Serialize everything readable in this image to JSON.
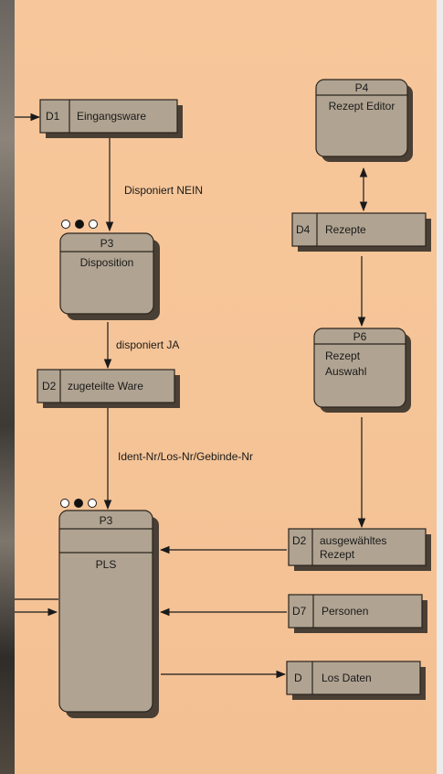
{
  "stores": {
    "d1": {
      "id": "D1",
      "label": "Eingangsware"
    },
    "d2a": {
      "id": "D2",
      "label": "zugeteilte Ware"
    },
    "d4": {
      "id": "D4",
      "label": "Rezepte"
    },
    "d2b": {
      "id": "D2",
      "label_line1": "ausgewähltes",
      "label_line2": "Rezept"
    },
    "d7": {
      "id": "D7",
      "label": "Personen"
    },
    "d": {
      "id": "D",
      "label": "Los Daten"
    }
  },
  "processes": {
    "p3a": {
      "id": "P3",
      "label": "Disposition"
    },
    "p3b": {
      "id": "P3",
      "label": "PLS"
    },
    "p4": {
      "id": "P4",
      "label": "Rezept Editor"
    },
    "p6": {
      "id": "P6",
      "label_line1": "Rezept",
      "label_line2": "Auswahl"
    }
  },
  "flows": {
    "nein": "Disponiert NEIN",
    "ja": "disponiert JA",
    "ident": "Ident-Nr/Los-Nr/Gebinde-Nr"
  },
  "colors": {
    "paper": "#f5c497",
    "box": "#b0a391",
    "shadow": "#4a3f34",
    "line": "#1a1a1a"
  }
}
